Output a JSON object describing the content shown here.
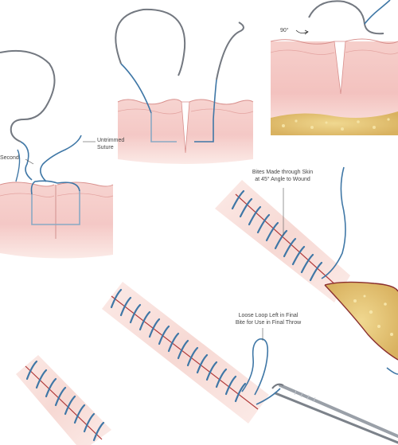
{
  "labels": {
    "angle": "90°",
    "untrimmed_line1": "Untrimmed",
    "untrimmed_line2": "Suture",
    "second_partial": "Second",
    "bites_line1": "Bites Made through Skin",
    "bites_line2": "at 45° Angle to Wound",
    "loop_line1": "Loose Loop Left in Final",
    "loop_line2": "Bite for Use in Final Throw"
  },
  "colors": {
    "suture": "#3f77a6",
    "needle": "#7a7f86",
    "skin_pink": "#f0c0bd",
    "skin_edge": "#d98e8c",
    "fat_yellow": "#e9c878",
    "wound_red": "#8a2f2f"
  }
}
